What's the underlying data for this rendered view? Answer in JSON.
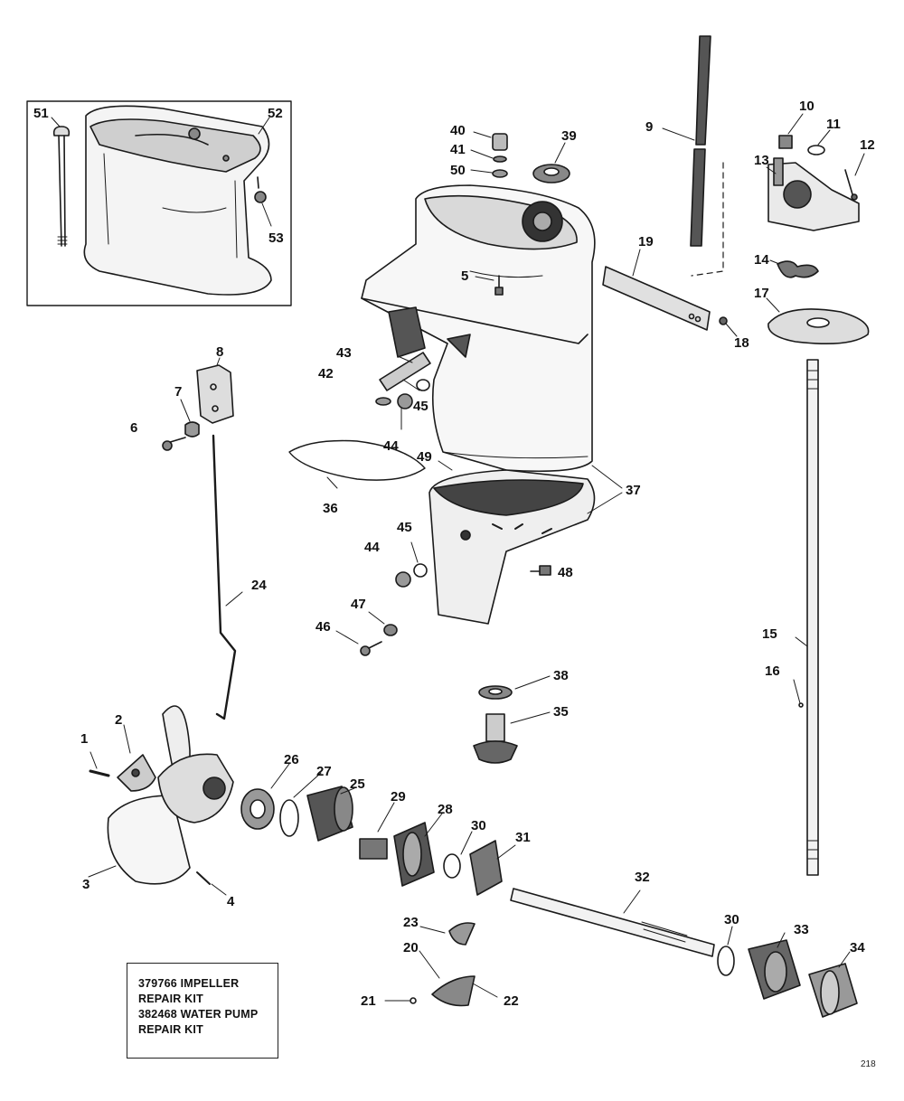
{
  "callouts": {
    "c1": "1",
    "c2": "2",
    "c3": "3",
    "c4": "4",
    "c5": "5",
    "c6": "6",
    "c7": "7",
    "c8": "8",
    "c9": "9",
    "c10": "10",
    "c11": "11",
    "c12": "12",
    "c13": "13",
    "c14": "14",
    "c15": "15",
    "c16": "16",
    "c17": "17",
    "c18": "18",
    "c19": "19",
    "c20": "20",
    "c21": "21",
    "c22": "22",
    "c23": "23",
    "c24": "24",
    "c25": "25",
    "c26": "26",
    "c27": "27",
    "c28": "28",
    "c29": "29",
    "c30a": "30",
    "c30b": "30",
    "c31": "31",
    "c32": "32",
    "c33": "33",
    "c34": "34",
    "c35": "35",
    "c36": "36",
    "c37": "37",
    "c38": "38",
    "c39": "39",
    "c40": "40",
    "c41": "41",
    "c42": "42",
    "c43": "43",
    "c44a": "44",
    "c44b": "44",
    "c45a": "45",
    "c45b": "45",
    "c46": "46",
    "c47": "47",
    "c48": "48",
    "c49": "49",
    "c50": "50",
    "c51": "51",
    "c52": "52",
    "c53": "53"
  },
  "kit_box": {
    "line1": "379766 IMPELLER",
    "line2": "REPAIR KIT",
    "line3": "382468 WATER PUMP",
    "line4": "REPAIR KIT"
  },
  "page_number": "218"
}
